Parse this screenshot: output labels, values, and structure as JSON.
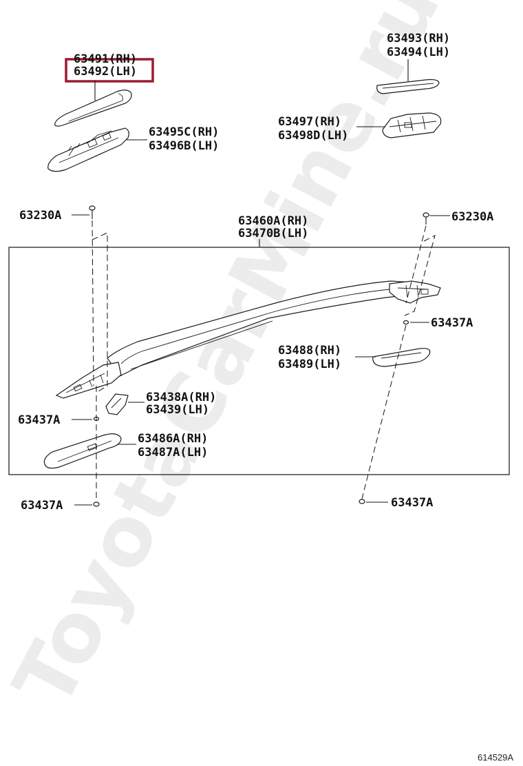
{
  "diagram": {
    "highlight_color": "#9b1b30",
    "watermark": "ToyotaCarMine.ru",
    "diagram_code": "614529A",
    "labels": {
      "p63491_rh": "63491(RH)",
      "p63492_lh": "63492(LH)",
      "p63493_rh": "63493(RH)",
      "p63494_lh": "63494(LH)",
      "p63495c_rh": "63495C(RH)",
      "p63496b_lh": "63496B(LH)",
      "p63497_rh": "63497(RH)",
      "p63498d_lh": "63498D(LH)",
      "p63230a_left": "63230A",
      "p63230a_right": "63230A",
      "p63460a_rh": "63460A(RH)",
      "p63470b_lh": "63470B(LH)",
      "p63437a_right_mid": "63437A",
      "p63488_rh": "63488(RH)",
      "p63489_lh": "63489(LH)",
      "p63438a_rh": "63438A(RH)",
      "p63439_lh": "63439(LH)",
      "p63437a_left_mid": "63437A",
      "p63486a_rh": "63486A(RH)",
      "p63487a_lh": "63487A(LH)",
      "p63437a_left_bottom": "63437A",
      "p63437a_right_bottom": "63437A"
    }
  }
}
